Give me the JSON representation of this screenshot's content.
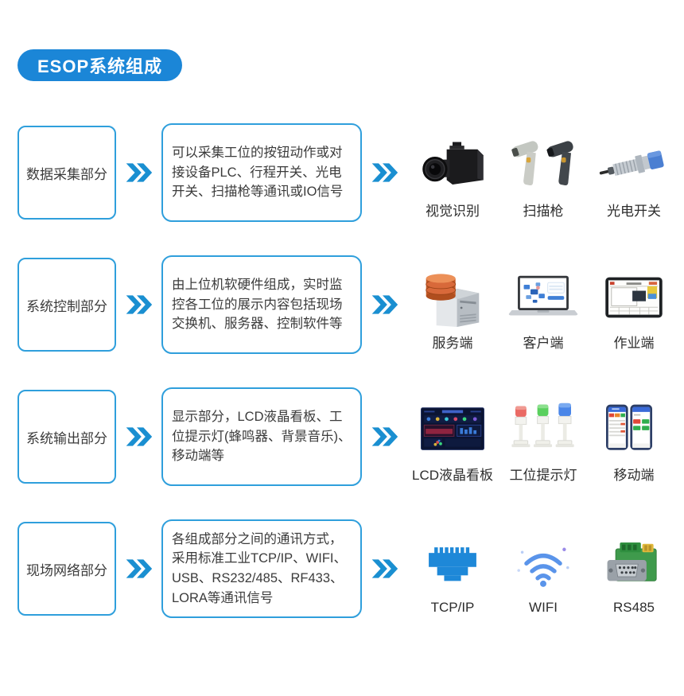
{
  "header": {
    "title": "ESOP系统组成"
  },
  "colors": {
    "accent_blue": "#1b86d7",
    "box_border_blue": "#2f9fdc",
    "chevron_blue": "#1a8fd1",
    "text_dark": "#3b3b3b"
  },
  "chevron_glyph": "»",
  "rows": [
    {
      "label": "数据采集部分",
      "description": "可以采集工位的按钮动作或对接设备PLC、行程开关、光电开关、扫描枪等通讯或IO信号",
      "items": [
        {
          "icon": "industrial-camera-icon",
          "label": "视觉识别"
        },
        {
          "icon": "barcode-scanner-icon",
          "label": "扫描枪"
        },
        {
          "icon": "photoelectric-switch-icon",
          "label": "光电开关"
        }
      ]
    },
    {
      "label": "系统控制部分",
      "description": "由上位机软硬件组成，实时监控各工位的展示内容包括现场交换机、服务器、控制软件等",
      "items": [
        {
          "icon": "server-database-icon",
          "label": "服务端"
        },
        {
          "icon": "laptop-client-icon",
          "label": "客户端"
        },
        {
          "icon": "work-tablet-icon",
          "label": "作业端"
        }
      ]
    },
    {
      "label": "系统输出部分",
      "description": "显示部分，LCD液晶看板、工位提示灯(蜂鸣器、背景音乐)、移动端等",
      "items": [
        {
          "icon": "lcd-dashboard-icon",
          "label": "LCD液晶看板"
        },
        {
          "icon": "tower-light-icon",
          "label": "工位提示灯"
        },
        {
          "icon": "mobile-phones-icon",
          "label": "移动端"
        }
      ]
    },
    {
      "label": "现场网络部分",
      "description": "各组成部分之间的通讯方式，采用标准工业TCP/IP、WIFI、USB、RS232/485、RF433、LORA等通讯信号",
      "items": [
        {
          "icon": "ethernet-rj45-icon",
          "label": "TCP/IP"
        },
        {
          "icon": "wifi-icon",
          "label": "WIFI"
        },
        {
          "icon": "rs485-module-icon",
          "label": "RS485"
        }
      ]
    }
  ]
}
